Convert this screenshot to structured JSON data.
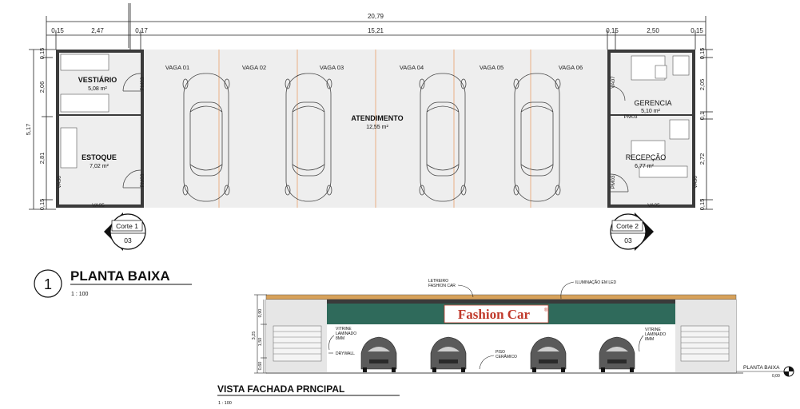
{
  "plan": {
    "total_width": "20,79",
    "top_dims": [
      "0,15",
      "2,47",
      "0,17",
      "15,21",
      "0,15",
      "2,50",
      "0,15"
    ],
    "left_dims": [
      "0,15",
      "2,06",
      "2,81",
      "0,15"
    ],
    "overall_height": "5,17",
    "right_dims": [
      "0,15",
      "2,05",
      "0,1",
      "2,72",
      "0,15"
    ],
    "rooms": {
      "vestiario": {
        "name": "VESTIÁRIO",
        "area": "5,08 m²"
      },
      "estoque": {
        "name": "ESTOQUE",
        "area": "7,02 m²"
      },
      "atendimento": {
        "name": "ATENDIMENTO",
        "area": "12,55 m²"
      },
      "gerencia": {
        "name": "GERENCIA",
        "area": "5,10 m²"
      },
      "recepcao": {
        "name": "RECEPÇÃO",
        "area": "6,77 m²"
      }
    },
    "vagas": [
      "VAGA 01",
      "VAGA 02",
      "VAGA 03",
      "VAGA 04",
      "VAGA 05",
      "VAGA 06"
    ],
    "openings": {
      "pm03": "PM03",
      "va06": "VA06",
      "va05": "VA05",
      "va07": "VA07"
    },
    "cuts": [
      {
        "label": "Corte 1",
        "ref": "03"
      },
      {
        "label": "Corte 2",
        "ref": "03"
      }
    ],
    "title_number": "1",
    "title": "PLANTA BAIXA",
    "scale": "1 : 100"
  },
  "facade": {
    "sign_text": "Fashion Car",
    "sign_mark": "®",
    "letreiro": [
      "LETREIRO",
      "FASHION CAR"
    ],
    "iluminacao": "ILUMINAÇÃO EM LED",
    "vitrine_left": [
      "VITRINE",
      "LAMINADO",
      "8MM"
    ],
    "vitrine_right": [
      "VITRINE",
      "LAMINADO",
      "8MM"
    ],
    "drywall": "DRYWALL",
    "piso": [
      "PISO",
      "CERÂMICO"
    ],
    "level_name": "PLANTA BAIXA",
    "level_value": "0,00",
    "height_dims": [
      "0,90",
      "3,25",
      "1,50",
      "0,60"
    ],
    "title": "VISTA FACHADA PRNCIPAL",
    "scale": "1 : 100"
  },
  "colors": {
    "wall": "#3a3a3a",
    "floor": "#eeeeee",
    "grid_line": "#e8a06a",
    "sign_band": "#2f6a5b",
    "sign_red": "#c0392b",
    "roof": "#d7a15a",
    "dim": "#222222"
  }
}
